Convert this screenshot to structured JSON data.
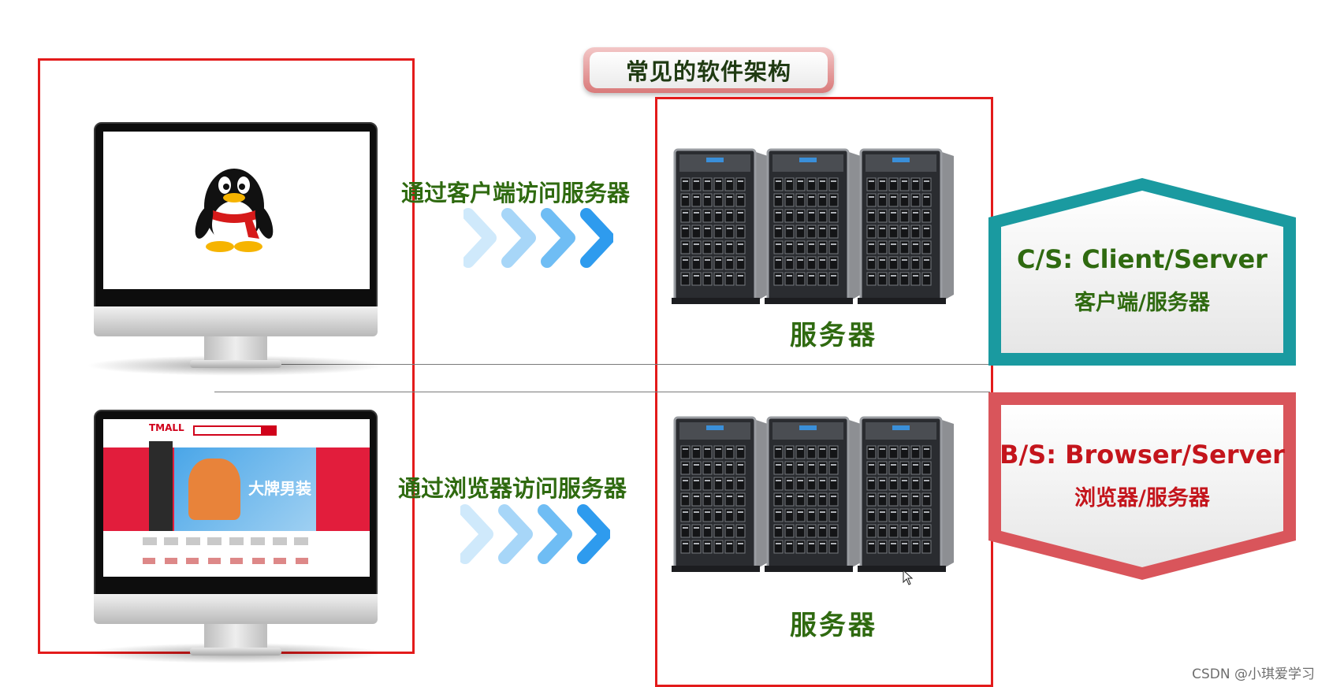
{
  "title": "常见的软件架构",
  "client_path": {
    "label": "通过客户端访问服务器"
  },
  "browser_path": {
    "label": "通过浏览器访问服务器"
  },
  "servers": {
    "top_label": "服务器",
    "bottom_label": "服务器"
  },
  "cs_badge": {
    "english": "C/S: Client/Server",
    "chinese": "客户端/服务器",
    "color": "#1a9aa0"
  },
  "bs_badge": {
    "english": "B/S: Browser/Server",
    "chinese": "浏览器/服务器",
    "color": "#d9555b"
  },
  "tmall_screen": {
    "logo": "TMALL",
    "banner_text": "大牌男装"
  },
  "icons": {
    "top_monitor": "qq-penguin-icon",
    "bottom_monitor": "tmall-webpage",
    "chin": "apple-logo-icon"
  },
  "apple_glyph": "",
  "credit": "CSDN @小琪爱学习"
}
